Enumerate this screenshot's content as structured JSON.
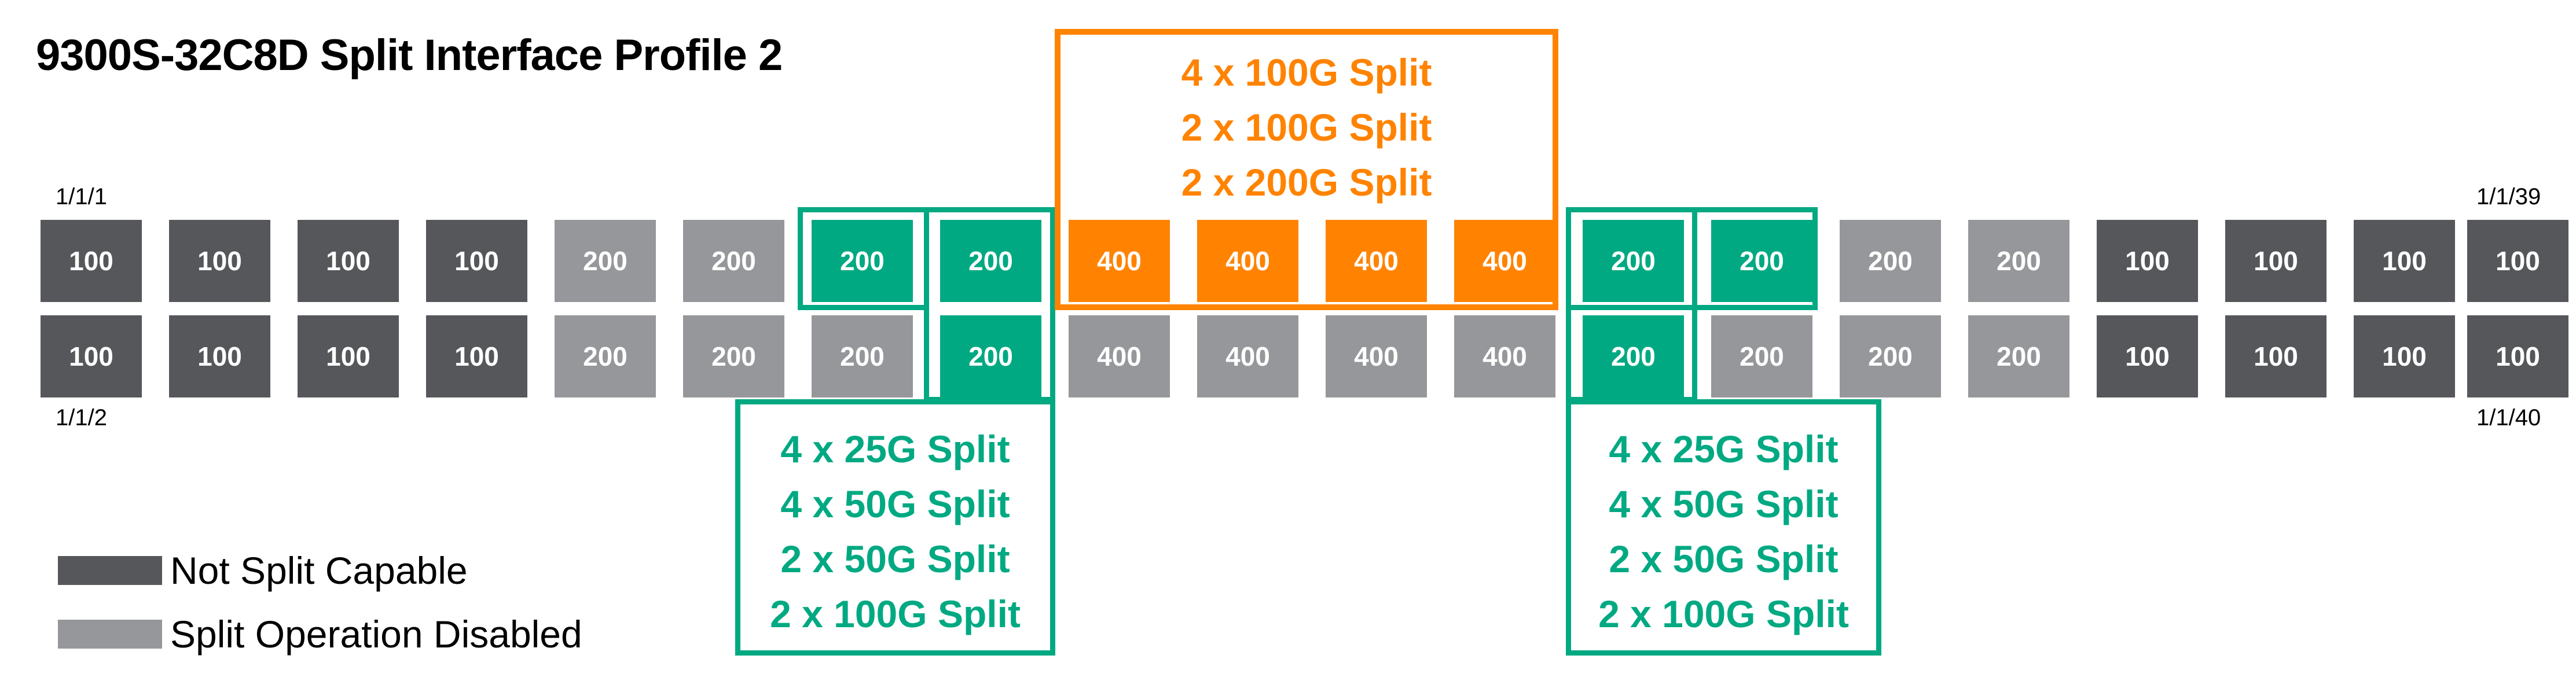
{
  "title": "9300S-32C8D Split Interface Profile 2",
  "port_labels": {
    "top_left": "1/1/1",
    "bottom_left": "1/1/2",
    "top_right": "1/1/39",
    "bottom_right": "1/1/40"
  },
  "colors": {
    "not_split_capable": "#55575b",
    "split_disabled": "#96979a",
    "split_25g_50g_100g": "#01a982",
    "split_100g_200g": "#ff8300"
  },
  "ports": {
    "top": [
      {
        "speed": "100",
        "state": "dark"
      },
      {
        "speed": "100",
        "state": "dark"
      },
      {
        "speed": "100",
        "state": "dark"
      },
      {
        "speed": "100",
        "state": "dark"
      },
      {
        "speed": "200",
        "state": "light"
      },
      {
        "speed": "200",
        "state": "light"
      },
      {
        "speed": "200",
        "state": "green"
      },
      {
        "speed": "200",
        "state": "green"
      },
      {
        "speed": "400",
        "state": "orange"
      },
      {
        "speed": "400",
        "state": "orange"
      },
      {
        "speed": "400",
        "state": "orange"
      },
      {
        "speed": "400",
        "state": "orange"
      },
      {
        "speed": "200",
        "state": "green"
      },
      {
        "speed": "200",
        "state": "green"
      },
      {
        "speed": "200",
        "state": "light"
      },
      {
        "speed": "200",
        "state": "light"
      },
      {
        "speed": "100",
        "state": "dark"
      },
      {
        "speed": "100",
        "state": "dark"
      },
      {
        "speed": "100",
        "state": "dark"
      },
      {
        "speed": "100",
        "state": "dark"
      }
    ],
    "bottom": [
      {
        "speed": "100",
        "state": "dark"
      },
      {
        "speed": "100",
        "state": "dark"
      },
      {
        "speed": "100",
        "state": "dark"
      },
      {
        "speed": "100",
        "state": "dark"
      },
      {
        "speed": "200",
        "state": "light"
      },
      {
        "speed": "200",
        "state": "light"
      },
      {
        "speed": "200",
        "state": "light"
      },
      {
        "speed": "200",
        "state": "green"
      },
      {
        "speed": "400",
        "state": "light"
      },
      {
        "speed": "400",
        "state": "light"
      },
      {
        "speed": "400",
        "state": "light"
      },
      {
        "speed": "400",
        "state": "light"
      },
      {
        "speed": "200",
        "state": "green"
      },
      {
        "speed": "200",
        "state": "light"
      },
      {
        "speed": "200",
        "state": "light"
      },
      {
        "speed": "200",
        "state": "light"
      },
      {
        "speed": "100",
        "state": "dark"
      },
      {
        "speed": "100",
        "state": "dark"
      },
      {
        "speed": "100",
        "state": "dark"
      },
      {
        "speed": "100",
        "state": "dark"
      }
    ]
  },
  "split_groups": {
    "orange": {
      "modes": [
        "4 x 100G Split",
        "2 x 100G Split",
        "2 x 200G Split"
      ]
    },
    "green_left": {
      "modes": [
        "4 x 25G Split",
        "4 x 50G Split",
        "2 x 50G Split",
        "2 x 100G Split"
      ]
    },
    "green_right": {
      "modes": [
        "4 x 25G Split",
        "4 x 50G Split",
        "2 x 50G Split",
        "2 x 100G Split"
      ]
    }
  },
  "legend": [
    {
      "label": "Not Split Capable",
      "color": "#55575b"
    },
    {
      "label": "Split Operation Disabled",
      "color": "#96979a"
    }
  ]
}
